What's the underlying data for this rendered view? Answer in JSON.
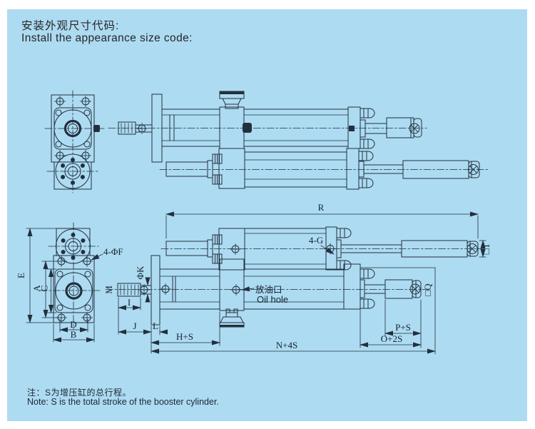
{
  "header": {
    "title_zh": "安装外观尺寸代码:",
    "title_en": "Install the appearance size code:"
  },
  "footer": {
    "note_zh": "注：S为增压缸的总行程。",
    "note_en": "Note: S is the total stroke of the booster cylinder."
  },
  "labels": {
    "r": "R",
    "four_g": "4-G",
    "square_t": "□T",
    "square_q": "□Q",
    "p_plus_s": "P+S",
    "o_plus_2s": "O+2S",
    "n_plus_4s": "N+4S",
    "h_plus_s": "H+S",
    "e": "E",
    "a": "A",
    "c": "C",
    "d": "D",
    "b": "B",
    "four_phi_f": "4-ΦF",
    "phi_k": "ΦK",
    "m": "M",
    "i": "I",
    "j": "J",
    "l": "L"
  },
  "annotations": {
    "oil_hole_zh": "放油口",
    "oil_hole_en": "Oil hole"
  },
  "colors": {
    "page_bg": "#ffffff",
    "panel_bg": "#addbf2",
    "line": "#22303e",
    "text": "#262626"
  }
}
